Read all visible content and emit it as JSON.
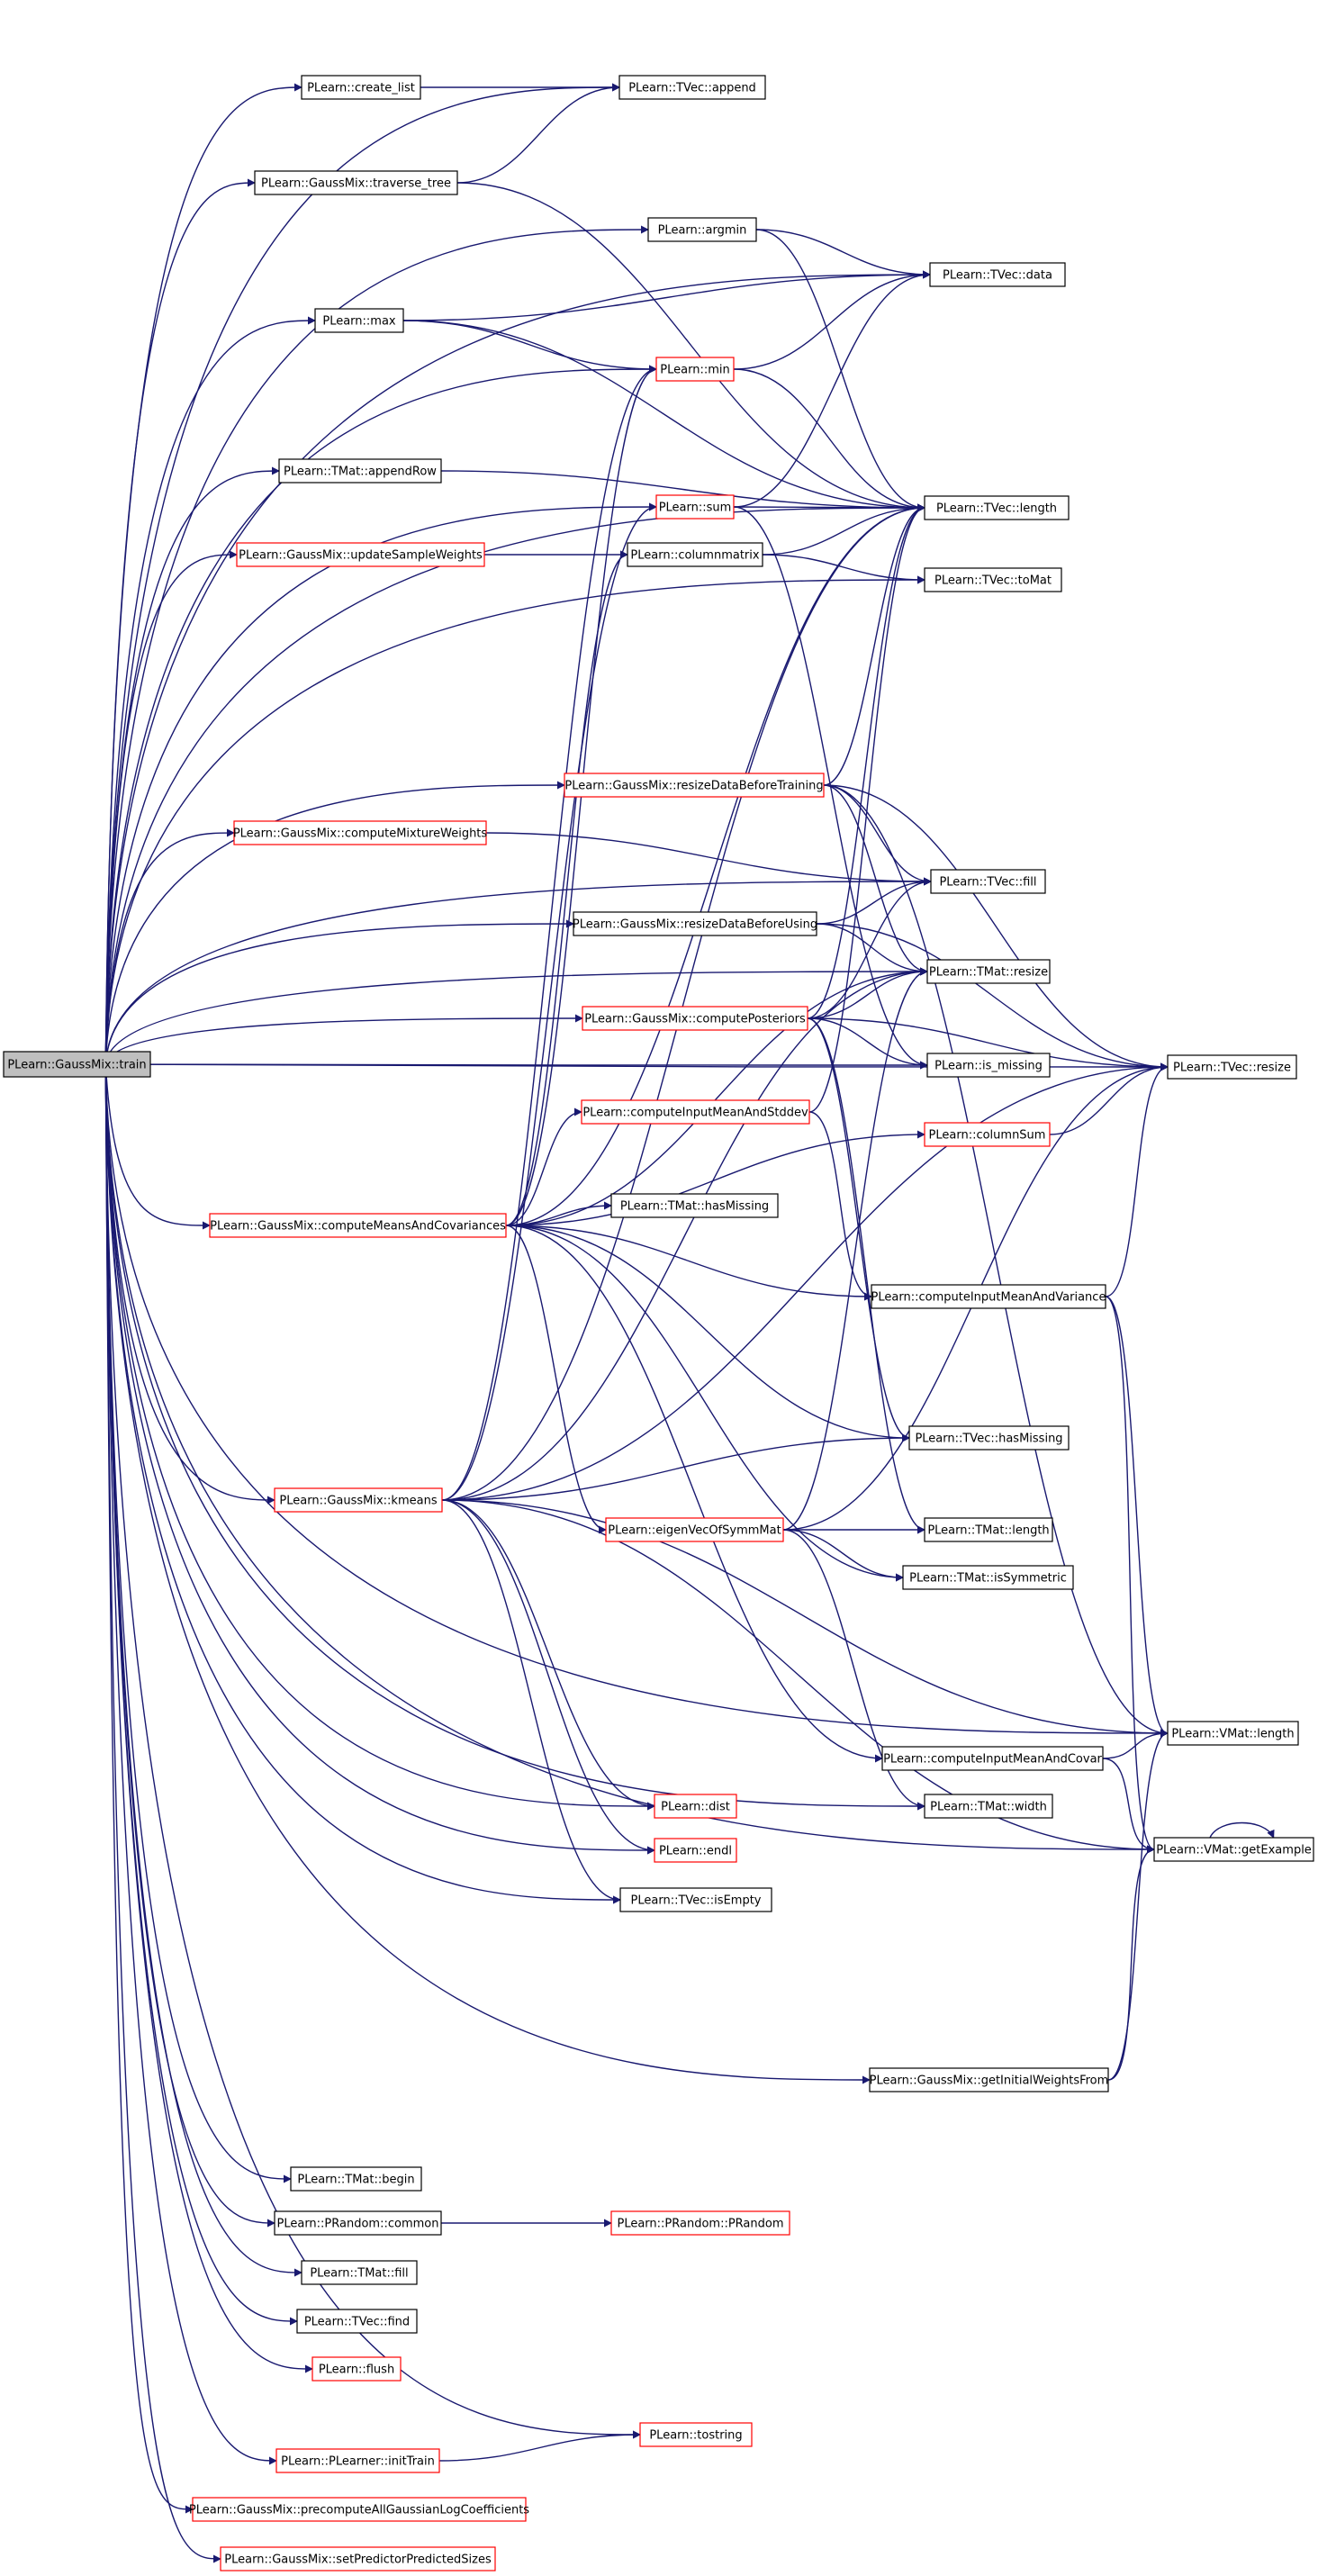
{
  "root": "PLearn::GaussMix::train",
  "nodes": [
    {
      "id": "train",
      "label": "PLearn::GaussMix::train",
      "style": "root"
    },
    {
      "id": "create_list",
      "label": "PLearn::create_list",
      "style": "black"
    },
    {
      "id": "append",
      "label": "PLearn::TVec::append",
      "style": "black"
    },
    {
      "id": "traverse_tree",
      "label": "PLearn::GaussMix::traverse_tree",
      "style": "black"
    },
    {
      "id": "argmin",
      "label": "PLearn::argmin",
      "style": "black"
    },
    {
      "id": "tvec_data",
      "label": "PLearn::TVec::data",
      "style": "black"
    },
    {
      "id": "max",
      "label": "PLearn::max",
      "style": "black"
    },
    {
      "id": "min",
      "label": "PLearn::min",
      "style": "red"
    },
    {
      "id": "appendRow",
      "label": "PLearn::TMat::appendRow",
      "style": "black"
    },
    {
      "id": "sum",
      "label": "PLearn::sum",
      "style": "red"
    },
    {
      "id": "tvec_length",
      "label": "PLearn::TVec::length",
      "style": "black"
    },
    {
      "id": "updateSampleWeights",
      "label": "PLearn::GaussMix::updateSampleWeights",
      "style": "red"
    },
    {
      "id": "columnmatrix",
      "label": "PLearn::columnmatrix",
      "style": "black"
    },
    {
      "id": "toMat",
      "label": "PLearn::TVec::toMat",
      "style": "black"
    },
    {
      "id": "resizeDataBeforeTraining",
      "label": "PLearn::GaussMix::resizeDataBeforeTraining",
      "style": "red"
    },
    {
      "id": "computeMixtureWeights",
      "label": "PLearn::GaussMix::computeMixtureWeights",
      "style": "red"
    },
    {
      "id": "tvec_fill",
      "label": "PLearn::TVec::fill",
      "style": "black"
    },
    {
      "id": "resizeDataBeforeUsing",
      "label": "PLearn::GaussMix::resizeDataBeforeUsing",
      "style": "black"
    },
    {
      "id": "tmat_resize",
      "label": "PLearn::TMat::resize",
      "style": "black"
    },
    {
      "id": "computePosteriors",
      "label": "PLearn::GaussMix::computePosteriors",
      "style": "red"
    },
    {
      "id": "is_missing",
      "label": "PLearn::is_missing",
      "style": "black"
    },
    {
      "id": "tvec_resize",
      "label": "PLearn::TVec::resize",
      "style": "black"
    },
    {
      "id": "computeInputMeanAndStddev",
      "label": "PLearn::computeInputMeanAndStddev",
      "style": "red"
    },
    {
      "id": "columnSum",
      "label": "PLearn::columnSum",
      "style": "red"
    },
    {
      "id": "computeMeansAndCovariances",
      "label": "PLearn::GaussMix::computeMeansAndCovariances",
      "style": "red"
    },
    {
      "id": "tmat_hasMissing",
      "label": "PLearn::TMat::hasMissing",
      "style": "black"
    },
    {
      "id": "computeInputMeanAndVariance",
      "label": "PLearn::computeInputMeanAndVariance",
      "style": "black"
    },
    {
      "id": "tvec_hasMissing",
      "label": "PLearn::TVec::hasMissing",
      "style": "black"
    },
    {
      "id": "kmeans",
      "label": "PLearn::GaussMix::kmeans",
      "style": "red"
    },
    {
      "id": "eigenVecOfSymmMat",
      "label": "PLearn::eigenVecOfSymmMat",
      "style": "red"
    },
    {
      "id": "tmat_length",
      "label": "PLearn::TMat::length",
      "style": "black"
    },
    {
      "id": "isSymmetric",
      "label": "PLearn::TMat::isSymmetric",
      "style": "black"
    },
    {
      "id": "vmat_length",
      "label": "PLearn::VMat::length",
      "style": "black"
    },
    {
      "id": "computeInputMeanAndCovar",
      "label": "PLearn::computeInputMeanAndCovar",
      "style": "black"
    },
    {
      "id": "tmat_width",
      "label": "PLearn::TMat::width",
      "style": "black"
    },
    {
      "id": "getExample",
      "label": "PLearn::VMat::getExample",
      "style": "black"
    },
    {
      "id": "dist",
      "label": "PLearn::dist",
      "style": "red"
    },
    {
      "id": "endl",
      "label": "PLearn::endl",
      "style": "red"
    },
    {
      "id": "isEmpty",
      "label": "PLearn::TVec::isEmpty",
      "style": "black"
    },
    {
      "id": "getInitialWeightsFrom",
      "label": "PLearn::GaussMix::getInitialWeightsFrom",
      "style": "black"
    },
    {
      "id": "tmat_begin",
      "label": "PLearn::TMat::begin",
      "style": "black"
    },
    {
      "id": "common",
      "label": "PLearn::PRandom::common",
      "style": "black"
    },
    {
      "id": "prandom",
      "label": "PLearn::PRandom::PRandom",
      "style": "red"
    },
    {
      "id": "tmat_fill",
      "label": "PLearn::TMat::fill",
      "style": "black"
    },
    {
      "id": "tvec_find",
      "label": "PLearn::TVec::find",
      "style": "black"
    },
    {
      "id": "flush",
      "label": "PLearn::flush",
      "style": "red"
    },
    {
      "id": "tostring",
      "label": "PLearn::tostring",
      "style": "red"
    },
    {
      "id": "initTrain",
      "label": "PLearn::PLearner::initTrain",
      "style": "red"
    },
    {
      "id": "precompute",
      "label": "PLearn::GaussMix::precomputeAllGaussianLogCoefficients",
      "style": "red"
    },
    {
      "id": "setPredictor",
      "label": "PLearn::GaussMix::setPredictorPredictedSizes",
      "style": "red"
    }
  ],
  "edges": [
    [
      "train",
      "create_list"
    ],
    [
      "train",
      "append"
    ],
    [
      "train",
      "traverse_tree"
    ],
    [
      "train",
      "argmin"
    ],
    [
      "train",
      "tvec_data"
    ],
    [
      "train",
      "max"
    ],
    [
      "train",
      "min"
    ],
    [
      "train",
      "appendRow"
    ],
    [
      "train",
      "sum"
    ],
    [
      "train",
      "tvec_length"
    ],
    [
      "train",
      "updateSampleWeights"
    ],
    [
      "train",
      "toMat"
    ],
    [
      "train",
      "resizeDataBeforeTraining"
    ],
    [
      "train",
      "computeMixtureWeights"
    ],
    [
      "train",
      "tvec_fill"
    ],
    [
      "train",
      "resizeDataBeforeUsing"
    ],
    [
      "train",
      "tmat_resize"
    ],
    [
      "train",
      "computePosteriors"
    ],
    [
      "train",
      "is_missing"
    ],
    [
      "train",
      "tvec_resize"
    ],
    [
      "train",
      "computeMeansAndCovariances"
    ],
    [
      "train",
      "kmeans"
    ],
    [
      "train",
      "dist"
    ],
    [
      "train",
      "endl"
    ],
    [
      "train",
      "isEmpty"
    ],
    [
      "train",
      "tmat_width"
    ],
    [
      "train",
      "vmat_length"
    ],
    [
      "train",
      "getExample"
    ],
    [
      "train",
      "getInitialWeightsFrom"
    ],
    [
      "train",
      "tmat_begin"
    ],
    [
      "train",
      "common"
    ],
    [
      "train",
      "tmat_fill"
    ],
    [
      "train",
      "tvec_find"
    ],
    [
      "train",
      "flush"
    ],
    [
      "train",
      "tostring"
    ],
    [
      "train",
      "initTrain"
    ],
    [
      "train",
      "precompute"
    ],
    [
      "train",
      "setPredictor"
    ],
    [
      "create_list",
      "append"
    ],
    [
      "traverse_tree",
      "append"
    ],
    [
      "traverse_tree",
      "tvec_length"
    ],
    [
      "argmin",
      "tvec_data"
    ],
    [
      "argmin",
      "tvec_length"
    ],
    [
      "max",
      "tvec_data"
    ],
    [
      "max",
      "min"
    ],
    [
      "max",
      "tvec_length"
    ],
    [
      "min",
      "tvec_data"
    ],
    [
      "min",
      "tvec_length"
    ],
    [
      "appendRow",
      "tvec_length"
    ],
    [
      "sum",
      "tvec_data"
    ],
    [
      "sum",
      "tvec_length"
    ],
    [
      "sum",
      "is_missing"
    ],
    [
      "updateSampleWeights",
      "columnmatrix"
    ],
    [
      "columnmatrix",
      "tvec_length"
    ],
    [
      "columnmatrix",
      "toMat"
    ],
    [
      "resizeDataBeforeTraining",
      "tvec_length"
    ],
    [
      "resizeDataBeforeTraining",
      "tvec_fill"
    ],
    [
      "resizeDataBeforeTraining",
      "tmat_resize"
    ],
    [
      "resizeDataBeforeTraining",
      "tvec_resize"
    ],
    [
      "resizeDataBeforeTraining",
      "vmat_length"
    ],
    [
      "computeMixtureWeights",
      "tvec_fill"
    ],
    [
      "resizeDataBeforeUsing",
      "tmat_resize"
    ],
    [
      "resizeDataBeforeUsing",
      "tvec_fill"
    ],
    [
      "resizeDataBeforeUsing",
      "tvec_resize"
    ],
    [
      "computePosteriors",
      "tvec_length"
    ],
    [
      "computePosteriors",
      "tvec_fill"
    ],
    [
      "computePosteriors",
      "tmat_resize"
    ],
    [
      "computePosteriors",
      "is_missing"
    ],
    [
      "computePosteriors",
      "tvec_resize"
    ],
    [
      "computePosteriors",
      "tvec_hasMissing"
    ],
    [
      "computePosteriors",
      "tmat_length"
    ],
    [
      "computeInputMeanAndStddev",
      "tvec_length"
    ],
    [
      "computeInputMeanAndStddev",
      "computeInputMeanAndVariance"
    ],
    [
      "columnSum",
      "tvec_resize"
    ],
    [
      "computeMeansAndCovariances",
      "min"
    ],
    [
      "computeMeansAndCovariances",
      "columnmatrix"
    ],
    [
      "computeMeansAndCovariances",
      "tvec_length"
    ],
    [
      "computeMeansAndCovariances",
      "computeInputMeanAndStddev"
    ],
    [
      "computeMeansAndCovariances",
      "columnSum"
    ],
    [
      "computeMeansAndCovariances",
      "tmat_hasMissing"
    ],
    [
      "computeMeansAndCovariances",
      "tmat_resize"
    ],
    [
      "computeMeansAndCovariances",
      "computeInputMeanAndVariance"
    ],
    [
      "computeMeansAndCovariances",
      "tvec_hasMissing"
    ],
    [
      "computeMeansAndCovariances",
      "eigenVecOfSymmMat"
    ],
    [
      "computeMeansAndCovariances",
      "isSymmetric"
    ],
    [
      "computeMeansAndCovariances",
      "computeInputMeanAndCovar"
    ],
    [
      "computeInputMeanAndVariance",
      "tvec_resize"
    ],
    [
      "computeInputMeanAndVariance",
      "vmat_length"
    ],
    [
      "computeInputMeanAndVariance",
      "getExample"
    ],
    [
      "kmeans",
      "min"
    ],
    [
      "kmeans",
      "sum"
    ],
    [
      "kmeans",
      "tvec_length"
    ],
    [
      "kmeans",
      "tmat_resize"
    ],
    [
      "kmeans",
      "tvec_hasMissing"
    ],
    [
      "kmeans",
      "dist"
    ],
    [
      "kmeans",
      "endl"
    ],
    [
      "kmeans",
      "isEmpty"
    ],
    [
      "kmeans",
      "vmat_length"
    ],
    [
      "kmeans",
      "getExample"
    ],
    [
      "kmeans",
      "tvec_resize"
    ],
    [
      "eigenVecOfSymmMat",
      "tmat_length"
    ],
    [
      "eigenVecOfSymmMat",
      "isSymmetric"
    ],
    [
      "eigenVecOfSymmMat",
      "tmat_resize"
    ],
    [
      "eigenVecOfSymmMat",
      "tvec_resize"
    ],
    [
      "eigenVecOfSymmMat",
      "tmat_width"
    ],
    [
      "computeInputMeanAndCovar",
      "vmat_length"
    ],
    [
      "computeInputMeanAndCovar",
      "getExample"
    ],
    [
      "getExample",
      "getExample"
    ],
    [
      "getInitialWeightsFrom",
      "vmat_length"
    ],
    [
      "getInitialWeightsFrom",
      "getExample"
    ],
    [
      "common",
      "prandom"
    ],
    [
      "initTrain",
      "tostring"
    ]
  ]
}
